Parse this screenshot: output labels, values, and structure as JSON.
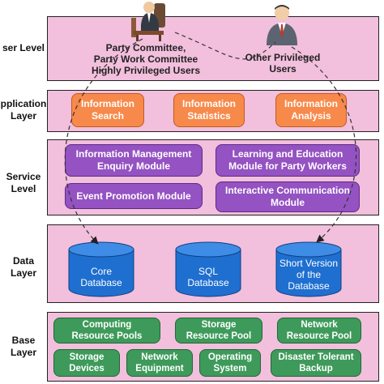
{
  "layers": {
    "user": "ser Level",
    "application": "pplication\nLayer",
    "service": "Service\nLevel",
    "data": "Data\nLayer",
    "base": "Base\nLayer"
  },
  "users": {
    "party": "Party Committee,\nParty Work Committee\nHighly Privileged Users",
    "other": "Other Privileged\nUsers"
  },
  "application": {
    "search": "Information\nSearch",
    "statistics": "Information\nStatistics",
    "analysis": "Information\nAnalysis"
  },
  "service": {
    "enquiry": "Information Management\nEnquiry Module",
    "learning": "Learning and Education\nModule for Party Workers",
    "event": "Event Promotion Module",
    "interactive": "Interactive Communication\nModule"
  },
  "data": {
    "core": "Core\nDatabase",
    "sql": "SQL\nDatabase",
    "short": "Short Version\nof the\nDatabase"
  },
  "base": {
    "computing": "Computing\nResource Pools",
    "storage_pool": "Storage\nResource Pool",
    "network_pool": "Network\nResource Pool",
    "storage_devices": "Storage\nDevices",
    "network_equipment": "Network\nEquipment",
    "os": "Operating\nSystem",
    "backup": "Disaster Tolerant\nBackup"
  },
  "colors": {
    "band": "#f2bfdc",
    "orange": "#f7894a",
    "purple": "#9452c2",
    "blue": "#1f6fd0",
    "green": "#3e9a5a"
  }
}
